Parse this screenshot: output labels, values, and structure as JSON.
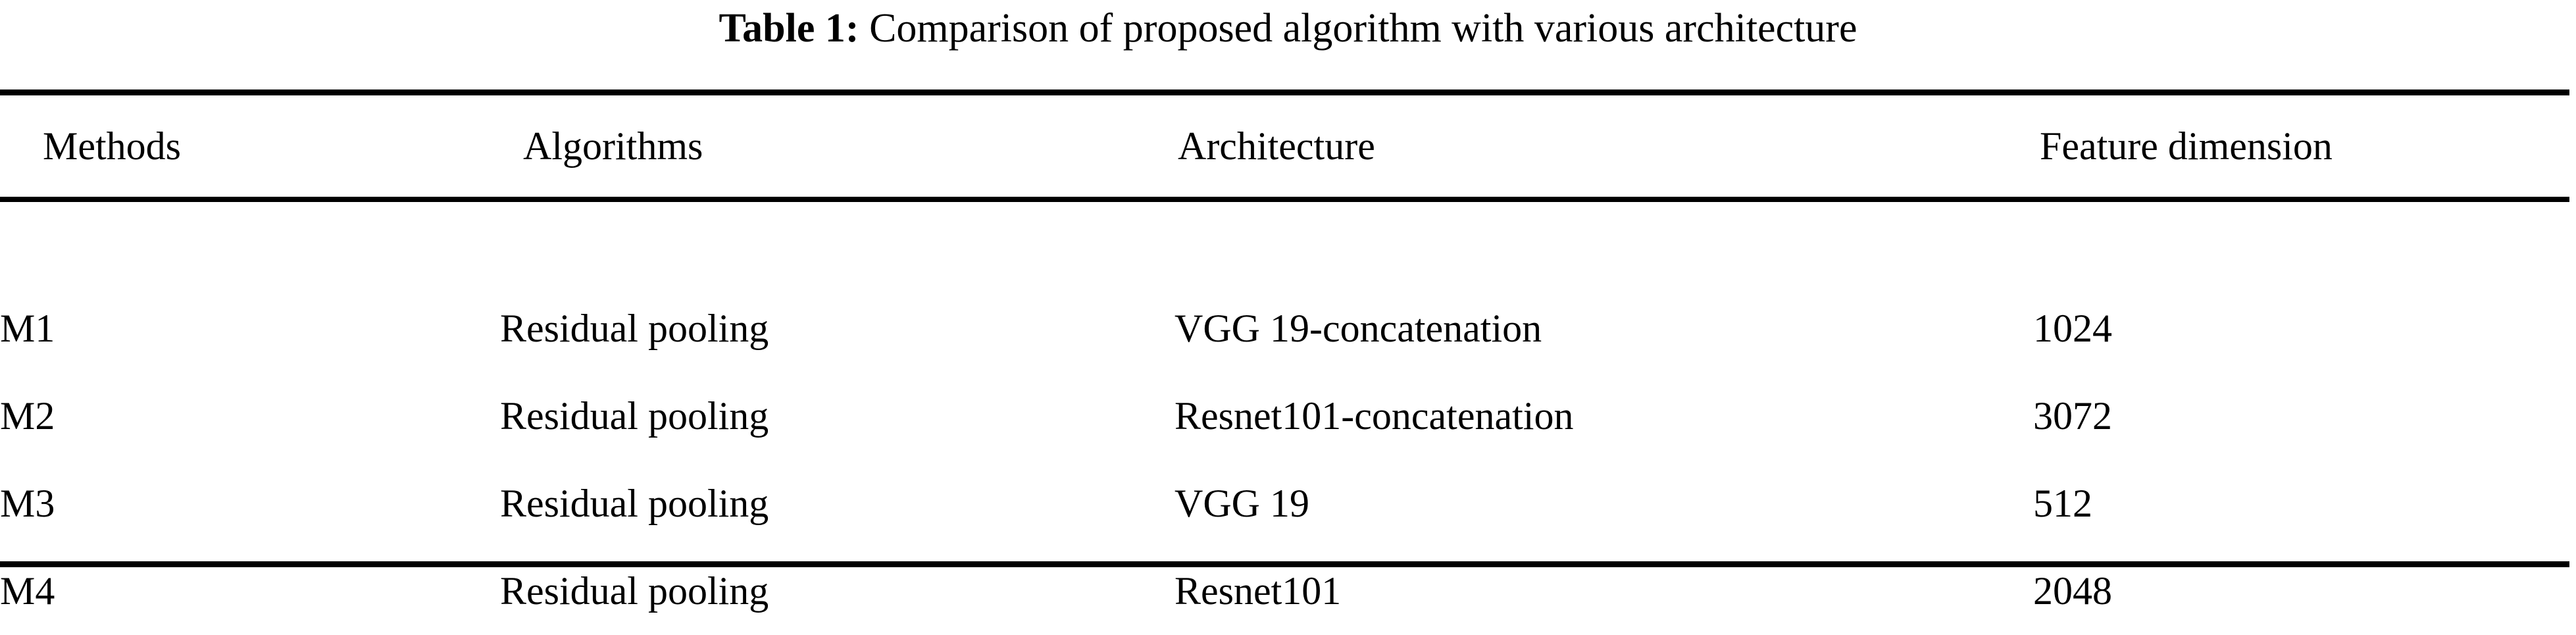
{
  "caption": {
    "label": "Table 1:",
    "text": "Comparison of proposed algorithm with various architecture"
  },
  "table": {
    "columns": [
      {
        "key": "methods",
        "header": "Methods"
      },
      {
        "key": "algorithms",
        "header": "Algorithms"
      },
      {
        "key": "architecture",
        "header": "Architecture"
      },
      {
        "key": "feature",
        "header": "Feature dimension"
      }
    ],
    "rows": [
      {
        "methods": "M1",
        "algorithms": "Residual pooling",
        "architecture": "VGG 19-concatenation",
        "feature": "1024"
      },
      {
        "methods": "M2",
        "algorithms": "Residual pooling",
        "architecture": "Resnet101-concatenation",
        "feature": "3072"
      },
      {
        "methods": "M3",
        "algorithms": "Residual pooling",
        "architecture": "VGG 19",
        "feature": "512"
      },
      {
        "methods": "M4",
        "algorithms": "Residual pooling",
        "architecture": "Resnet101",
        "feature": "2048"
      }
    ]
  },
  "style": {
    "text_color": "#000000",
    "background_color": "#ffffff",
    "rule_color": "#000000"
  }
}
